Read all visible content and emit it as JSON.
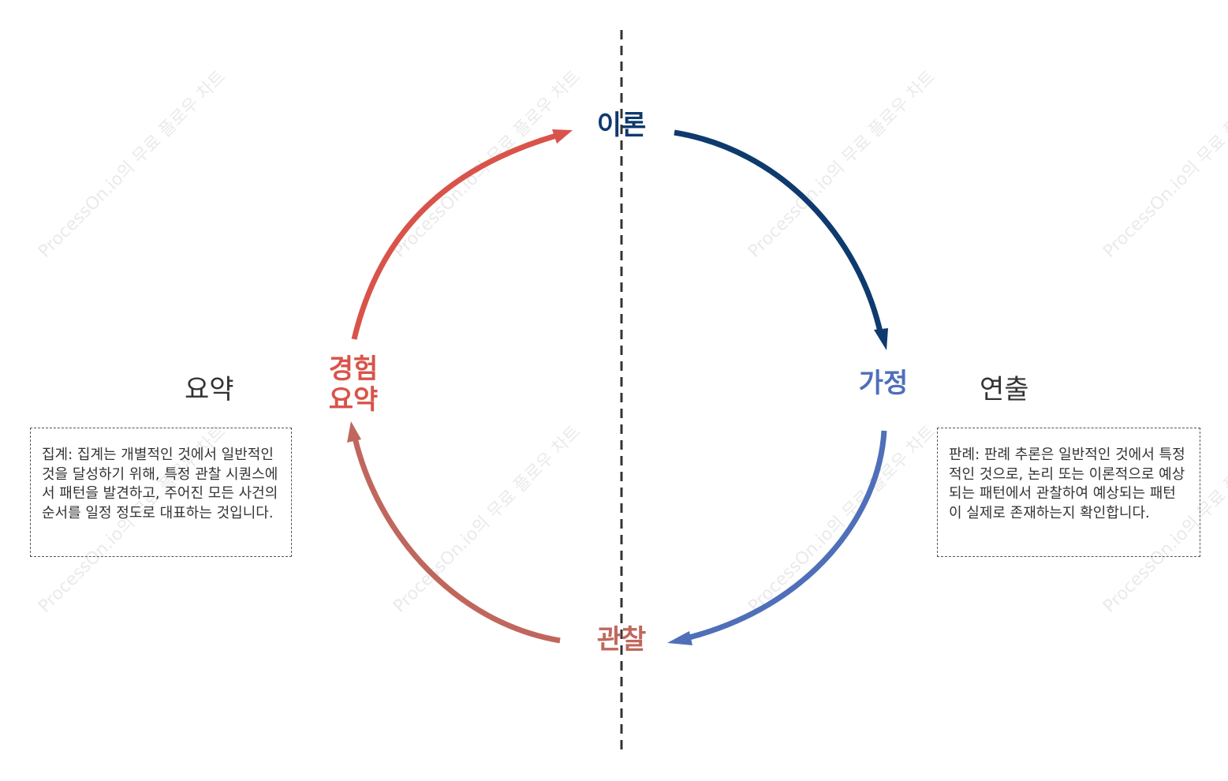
{
  "watermark_text": "ProcessOn.io의 무료 플로우 차트",
  "nodes": {
    "theory": "이론",
    "hypothesis": "가정",
    "observation": "관찰",
    "experience_summary_line1": "경험",
    "experience_summary_line2": "요약"
  },
  "side_titles": {
    "left": "요약",
    "right": "연출"
  },
  "descriptions": {
    "left": "집계: 집계는 개별적인 것에서 일반적인 것을 달성하기 위해, 특정 관찰 시퀀스에서 패턴을 발견하고, 주어진 모든 사건의 순서를 일정 정도로 대표하는 것입니다.",
    "right": "판례: 판례 추론은 일반적인 것에서 특정적인 것으로, 논리 또는 이론적으로 예상되는 패턴에서 관찰하여 예상되는 패턴이 실제로 존재하는지 확인합니다."
  },
  "colors": {
    "theory": "#0e3a6e",
    "hypothesis": "#4f6fb9",
    "observation": "#c0675d",
    "experience": "#d9534a",
    "divider": "#333333",
    "text": "#333333"
  },
  "arrows": [
    {
      "name": "theory-to-hypothesis-arrow",
      "color_key": "theory"
    },
    {
      "name": "hypothesis-to-observation-arrow",
      "color_key": "hypothesis"
    },
    {
      "name": "observation-to-experience-arrow",
      "color_key": "observation"
    },
    {
      "name": "experience-to-theory-arrow",
      "color_key": "experience"
    }
  ]
}
